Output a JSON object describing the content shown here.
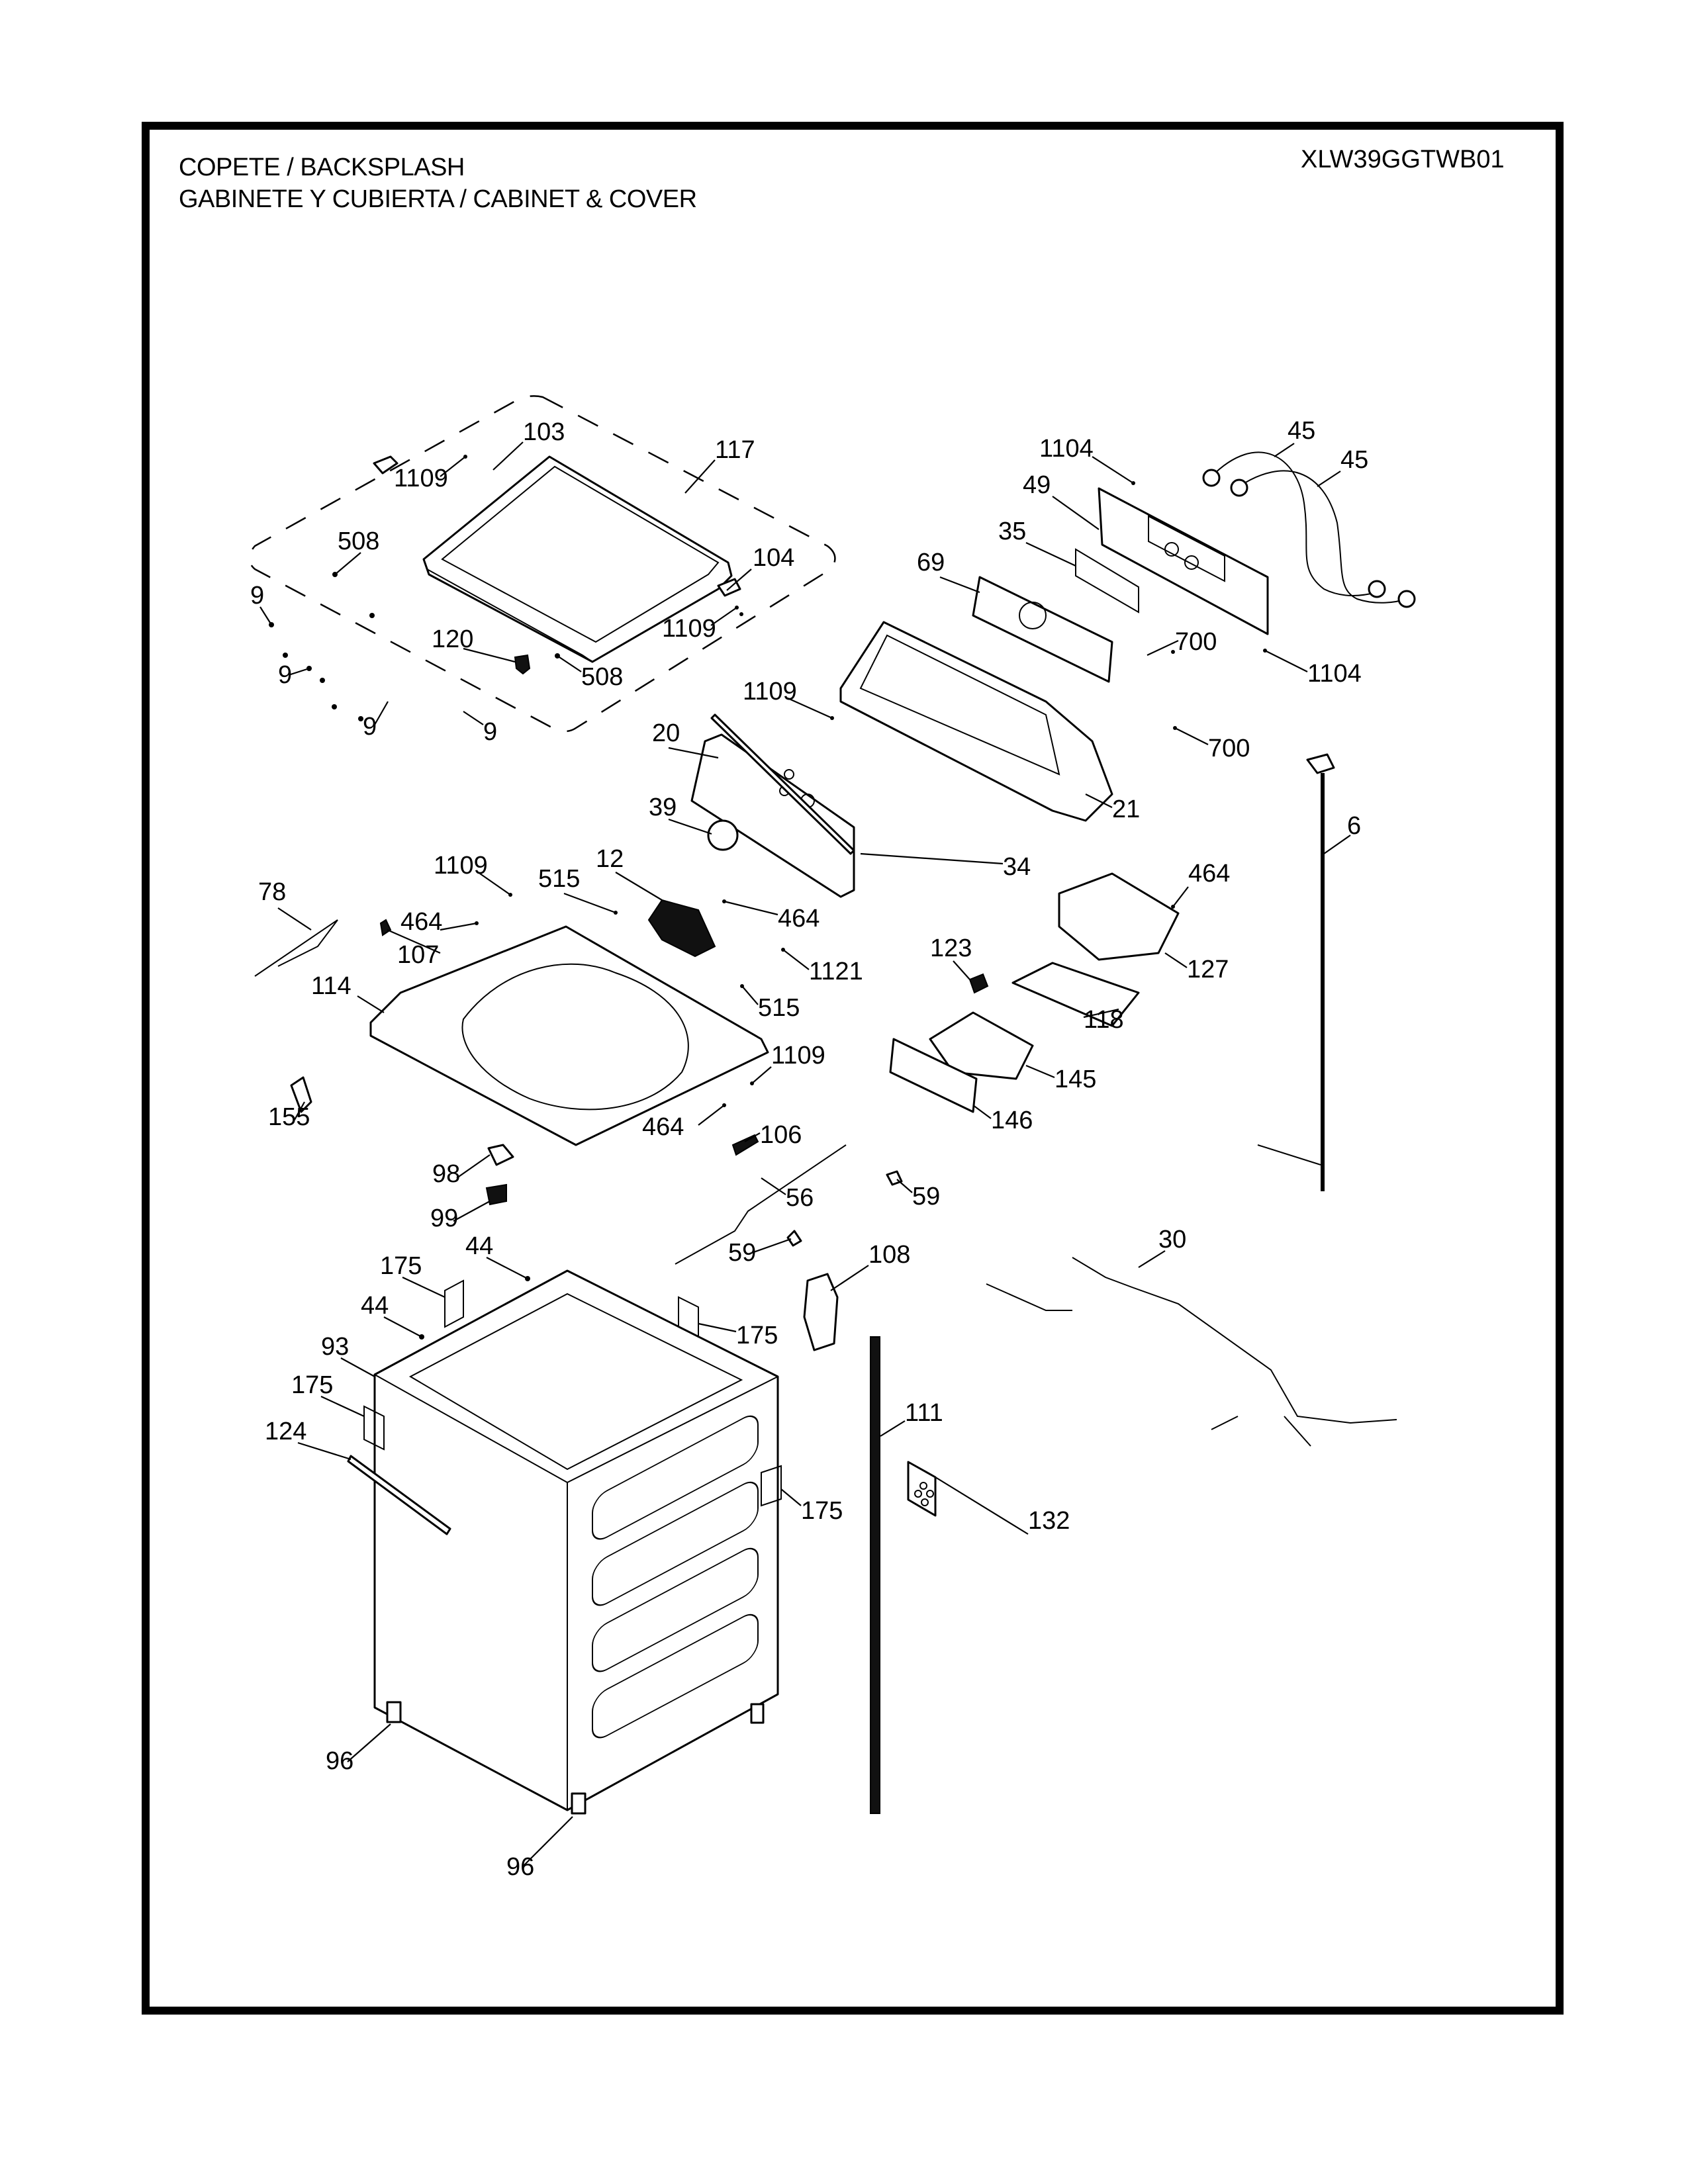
{
  "header": {
    "title_line1": "COPETE / BACKSPLASH",
    "title_line2": "GABINETE Y CUBIERTA / CABINET & COVER",
    "model_number": "XLW39GGTWB01"
  },
  "callouts": [
    {
      "id": "c-1109-a",
      "label": "1109",
      "part": "screw"
    },
    {
      "id": "c-103",
      "label": "103",
      "part": "lid-hinge-left"
    },
    {
      "id": "c-117",
      "label": "117",
      "part": "lid-assembly"
    },
    {
      "id": "c-508-a",
      "label": "508",
      "part": "bumper"
    },
    {
      "id": "c-104",
      "label": "104",
      "part": "lid-hinge-right"
    },
    {
      "id": "c-9-a",
      "label": "9",
      "part": "screw"
    },
    {
      "id": "c-1109-b",
      "label": "1109",
      "part": "screw"
    },
    {
      "id": "c-120",
      "label": "120",
      "part": "lid-lock"
    },
    {
      "id": "c-9-b",
      "label": "9",
      "part": "screw"
    },
    {
      "id": "c-508-b",
      "label": "508",
      "part": "bumper"
    },
    {
      "id": "c-9-c",
      "label": "9",
      "part": "screw"
    },
    {
      "id": "c-9-d",
      "label": "9",
      "part": "screw"
    },
    {
      "id": "c-1104-a",
      "label": "1104",
      "part": "screw"
    },
    {
      "id": "c-45-a",
      "label": "45",
      "part": "inlet-hose"
    },
    {
      "id": "c-45-b",
      "label": "45",
      "part": "inlet-hose"
    },
    {
      "id": "c-49",
      "label": "49",
      "part": "rear-cover"
    },
    {
      "id": "c-35",
      "label": "35",
      "part": "label"
    },
    {
      "id": "c-69",
      "label": "69",
      "part": "control-board"
    },
    {
      "id": "c-700-a",
      "label": "700",
      "part": "screw"
    },
    {
      "id": "c-1104-b",
      "label": "1104",
      "part": "screw"
    },
    {
      "id": "c-1109-c",
      "label": "1109",
      "part": "screw"
    },
    {
      "id": "c-700-b",
      "label": "700",
      "part": "screw"
    },
    {
      "id": "c-20",
      "label": "20",
      "part": "control-panel-overlay"
    },
    {
      "id": "c-21",
      "label": "21",
      "part": "backsplash"
    },
    {
      "id": "c-39",
      "label": "39",
      "part": "knob"
    },
    {
      "id": "c-34",
      "label": "34",
      "part": "trim-strip"
    },
    {
      "id": "c-6",
      "label": "6",
      "part": "power-cord"
    },
    {
      "id": "c-1109-d",
      "label": "1109",
      "part": "screw"
    },
    {
      "id": "c-515-a",
      "label": "515",
      "part": "screw"
    },
    {
      "id": "c-12",
      "label": "12",
      "part": "water-valve"
    },
    {
      "id": "c-78",
      "label": "78",
      "part": "wire-harness"
    },
    {
      "id": "c-464-a",
      "label": "464",
      "part": "screw"
    },
    {
      "id": "c-464-b",
      "label": "464",
      "part": "screw"
    },
    {
      "id": "c-464-c",
      "label": "464",
      "part": "screw"
    },
    {
      "id": "c-107",
      "label": "107",
      "part": "lid-switch"
    },
    {
      "id": "c-1121",
      "label": "1121",
      "part": "screw"
    },
    {
      "id": "c-123",
      "label": "123",
      "part": "siphon-cap"
    },
    {
      "id": "c-127",
      "label": "127",
      "part": "dispenser-housing"
    },
    {
      "id": "c-114",
      "label": "114",
      "part": "top-cover"
    },
    {
      "id": "c-515-b",
      "label": "515",
      "part": "screw"
    },
    {
      "id": "c-118",
      "label": "118",
      "part": "dispenser-tray"
    },
    {
      "id": "c-1109-e",
      "label": "1109",
      "part": "screw"
    },
    {
      "id": "c-155",
      "label": "155",
      "part": "handle"
    },
    {
      "id": "c-145",
      "label": "145",
      "part": "dispenser-drawer"
    },
    {
      "id": "c-464-d",
      "label": "464",
      "part": "screw"
    },
    {
      "id": "c-106",
      "label": "106",
      "part": "lid-switch"
    },
    {
      "id": "c-146",
      "label": "146",
      "part": "drawer-front"
    },
    {
      "id": "c-98",
      "label": "98",
      "part": "clip"
    },
    {
      "id": "c-56",
      "label": "56",
      "part": "wire-harness"
    },
    {
      "id": "c-59-a",
      "label": "59",
      "part": "clip"
    },
    {
      "id": "c-99",
      "label": "99",
      "part": "bracket"
    },
    {
      "id": "c-59-b",
      "label": "59",
      "part": "clip"
    },
    {
      "id": "c-108",
      "label": "108",
      "part": "pressure-chamber"
    },
    {
      "id": "c-30",
      "label": "30",
      "part": "main-harness"
    },
    {
      "id": "c-175-a",
      "label": "175",
      "part": "label"
    },
    {
      "id": "c-44-a",
      "label": "44",
      "part": "screw"
    },
    {
      "id": "c-44-b",
      "label": "44",
      "part": "screw"
    },
    {
      "id": "c-175-b",
      "label": "175",
      "part": "label"
    },
    {
      "id": "c-93",
      "label": "93",
      "part": "cabinet"
    },
    {
      "id": "c-175-c",
      "label": "175",
      "part": "label"
    },
    {
      "id": "c-111",
      "label": "111",
      "part": "drain-hose"
    },
    {
      "id": "c-124",
      "label": "124",
      "part": "strip"
    },
    {
      "id": "c-175-d",
      "label": "175",
      "part": "label"
    },
    {
      "id": "c-132",
      "label": "132",
      "part": "parts-bag"
    },
    {
      "id": "c-96-a",
      "label": "96",
      "part": "leveling-leg"
    },
    {
      "id": "c-96-b",
      "label": "96",
      "part": "leveling-leg"
    }
  ]
}
